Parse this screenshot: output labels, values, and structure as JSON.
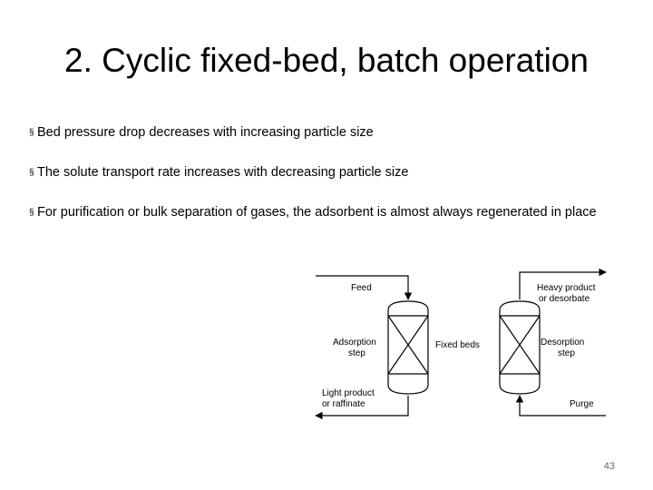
{
  "slide": {
    "title": "2. Cyclic fixed-bed, batch operation",
    "bullet_marker": "§",
    "bullets": [
      "Bed pressure drop decreases with increasing particle size",
      "The solute transport rate increases with decreasing particle size",
      "For purification or bulk separation of gases, the adsorbent is almost always regenerated in place"
    ],
    "page_number": "43"
  },
  "diagram": {
    "feed": "Feed",
    "heavy_product_line1": "Heavy product",
    "heavy_product_line2": "or desorbate",
    "adsorption_line1": "Adsorption",
    "adsorption_line2": "step",
    "fixed_beds": "Fixed beds",
    "desorption_line1": "Desorption",
    "desorption_line2": "step",
    "light_product_line1": "Light product",
    "light_product_line2": "or raffinate",
    "purge": "Purge"
  }
}
